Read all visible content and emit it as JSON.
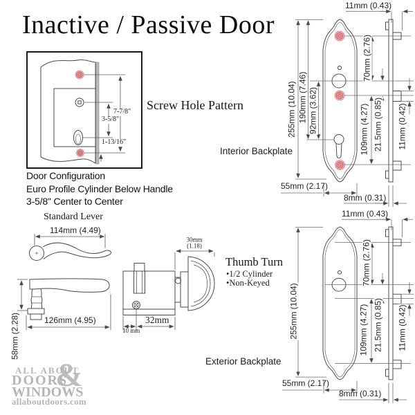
{
  "title": "Inactive / Passive Door",
  "screw_hole_pattern": {
    "label": "Screw Hole Pattern",
    "overall": "7-7/8\"",
    "center_to_center": "3-5/8\"",
    "cylinder_offset": "1-13/16\""
  },
  "door_configuration": {
    "line1": "Door Configuration",
    "line2": "Euro Profile Cylinder Below Handle",
    "line3": "3-5/8\" Center to Center"
  },
  "standard_lever": {
    "label": "Standard Lever",
    "width": "114mm (4.49)",
    "length": "126mm (4.95)",
    "height": "58mm (2.28)"
  },
  "thumb_turn": {
    "label": "Thumb Turn",
    "bullets": [
      "•1/2 Cylinder",
      "•Non-Keyed"
    ],
    "knob_width_line1": "30mm",
    "knob_width_line2": "(1.18)",
    "body_length": "32mm",
    "body_offset": "10 mm"
  },
  "interior_backplate": {
    "label": "Interior Backplate",
    "dims": {
      "tab_offset_top": "11mm (0.43)",
      "height": "255mm (10.04)",
      "top_to_cylinder": "190mm (7.46)",
      "handle_to_cylinder": "92mm (3.62)",
      "screw_to_handle": "70mm (2.76)",
      "handle_to_bottom_screw": "109mm (4.27)",
      "handle_to_screw": "21.5mm (0.85)",
      "tab_height": "11mm (0.42)",
      "width": "55mm (2.17)",
      "thickness": "8mm (0.31)"
    }
  },
  "exterior_backplate": {
    "label": "Exterior Backplate",
    "dims": {
      "tab_offset_top": "11mm (0.43)",
      "height": "255mm (10.04)",
      "screw_to_handle": "70mm (2.76)",
      "handle_to_bottom_screw": "109mm (4.27)",
      "handle_to_screw": "21.5mm (0.85)",
      "tab_height": "11mm (0.42)",
      "width": "55mm (2.17)",
      "thickness": "8mm (0.31)"
    }
  },
  "logo": {
    "line1": "ALL ABOUT",
    "line2": "DOORS",
    "ampersand": "&",
    "line3": "WINDOWS",
    "url": "allaboutdoors.com"
  },
  "colors": {
    "line_art": "#4a4a4a",
    "screw_fill": "#eda4a4",
    "screw_ring": "#c05f5f",
    "door_edge_gray": "#b9b9b9",
    "logo_gray": "#b5b5b5"
  }
}
